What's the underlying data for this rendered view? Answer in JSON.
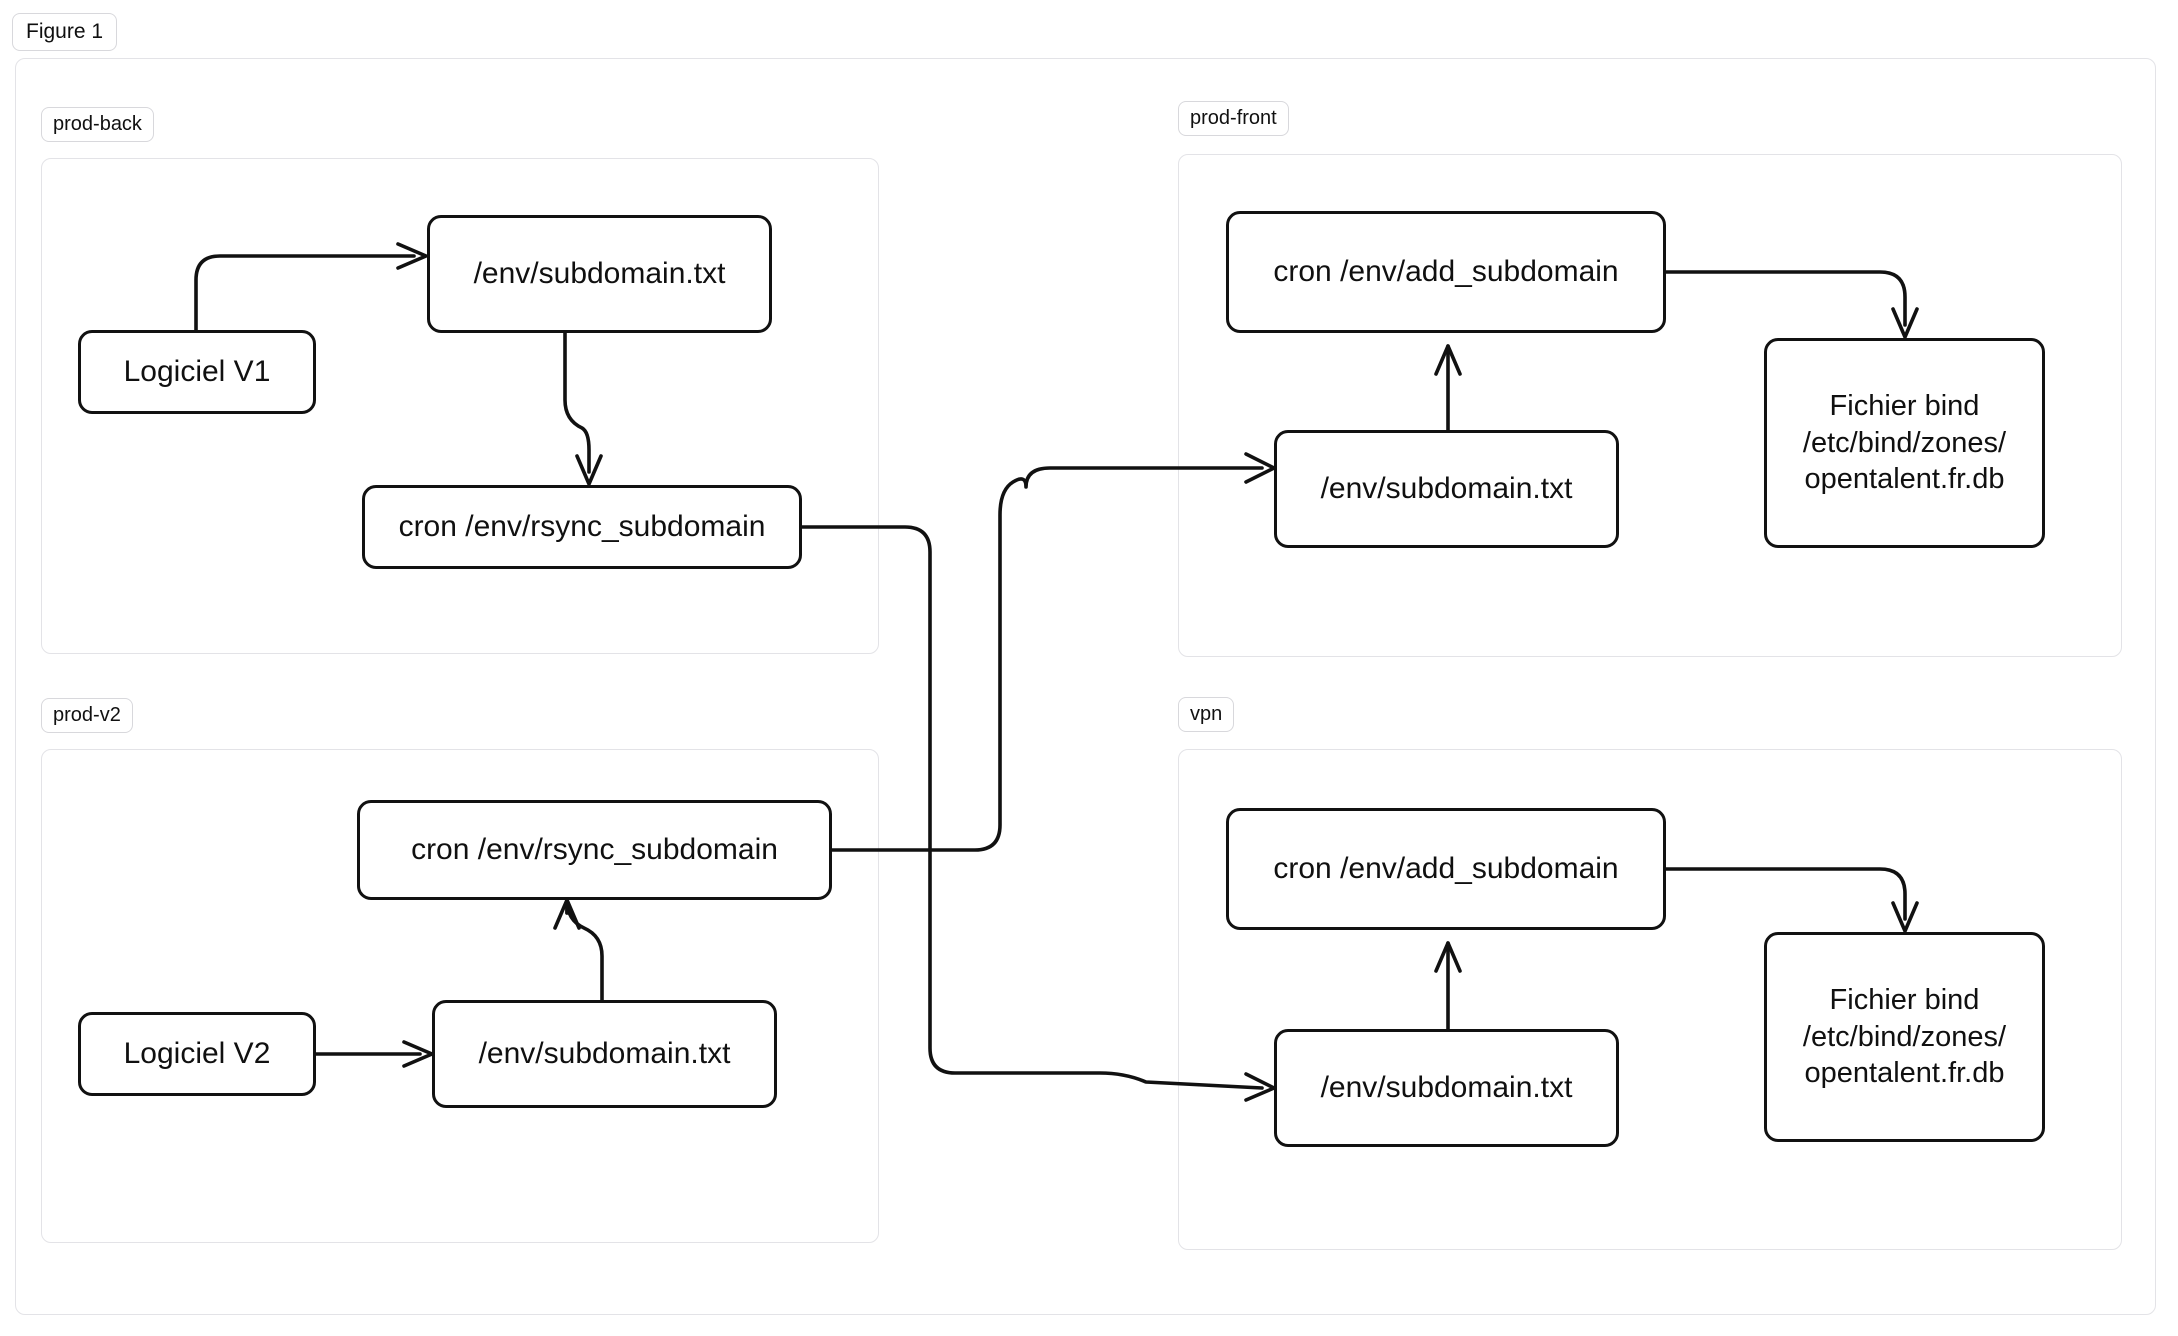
{
  "figure": {
    "caption": "Figure 1"
  },
  "clusters": [
    {
      "id": "prod-back",
      "label": "prod-back"
    },
    {
      "id": "prod-v2",
      "label": "prod-v2"
    },
    {
      "id": "prod-front",
      "label": "prod-front"
    },
    {
      "id": "vpn",
      "label": "vpn"
    }
  ],
  "nodes": {
    "prod_back": {
      "logiciel": "Logiciel V1",
      "subdomain": "/env/subdomain.txt",
      "cron": "cron /env/rsync_subdomain"
    },
    "prod_v2": {
      "logiciel": "Logiciel V2",
      "subdomain": "/env/subdomain.txt",
      "cron": "cron /env/rsync_subdomain"
    },
    "prod_front": {
      "cron": "cron /env/add_subdomain",
      "subdomain": "/env/subdomain.txt",
      "fichier": "Fichier bind\n/etc/bind/zones/\nopentalent.fr.db"
    },
    "vpn": {
      "cron": "cron /env/add_subdomain",
      "subdomain": "/env/subdomain.txt",
      "fichier": "Fichier bind\n/etc/bind/zones/\nopentalent.fr.db"
    }
  },
  "edges": [
    {
      "from": "prod-back.logiciel",
      "to": "prod-back.subdomain",
      "arrow": true
    },
    {
      "from": "prod-back.subdomain",
      "to": "prod-back.cron",
      "arrow": true
    },
    {
      "from": "prod-back.cron",
      "to": "vpn.subdomain",
      "arrow": true
    },
    {
      "from": "prod-v2.logiciel",
      "to": "prod-v2.subdomain",
      "arrow": true
    },
    {
      "from": "prod-v2.subdomain",
      "to": "prod-v2.cron",
      "arrow": true
    },
    {
      "from": "prod-v2.cron",
      "to": "prod-front.subdomain",
      "arrow": true
    },
    {
      "from": "prod-front.subdomain",
      "to": "prod-front.cron",
      "arrow": true
    },
    {
      "from": "prod-front.cron",
      "to": "prod-front.fichier",
      "arrow": true
    },
    {
      "from": "vpn.subdomain",
      "to": "vpn.cron",
      "arrow": true
    },
    {
      "from": "vpn.cron",
      "to": "vpn.fichier",
      "arrow": true
    }
  ],
  "colors": {
    "node_border": "#111111",
    "cluster_border": "#e3e3e7",
    "edge": "#111111",
    "background": "#ffffff",
    "text": "#101010"
  }
}
